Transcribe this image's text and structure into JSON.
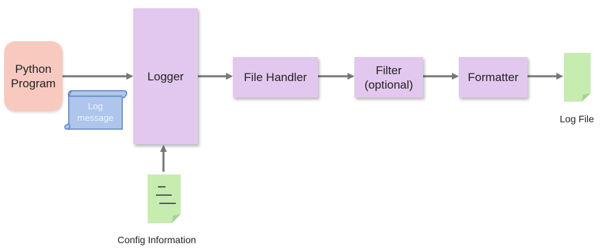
{
  "diagram": {
    "python_program": "Python\nProgram",
    "logger": "Logger",
    "file_handler": "File Handler",
    "filter": "Filter\n(optional)",
    "formatter": "Formatter",
    "log_file": "Log File",
    "log_message": "Log\nmessage",
    "config_information": "Config Information"
  },
  "colors": {
    "python_box": "#f8c9bf",
    "component_box": "#e2c8ee",
    "document": "#c6ecb0",
    "scroll": "#aec6ec",
    "arrow": "#777777"
  }
}
